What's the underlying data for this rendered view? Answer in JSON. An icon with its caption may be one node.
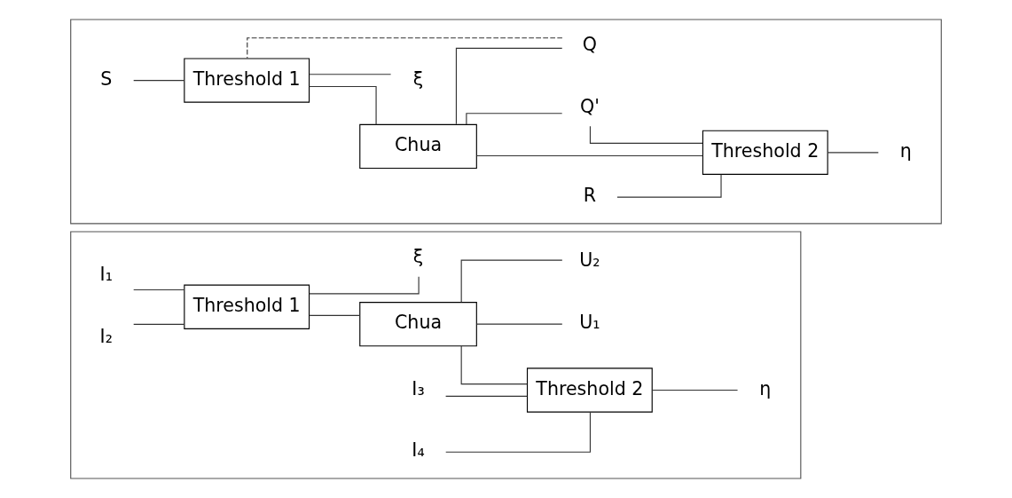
{
  "diagram": {
    "nodes": [
      {
        "text": [],
        "shape": "box"
      },
      {
        "text": [
          "Threshold 1"
        ],
        "in": 0
      },
      {
        "text": [
          "Chua"
        ],
        "in": 0
      },
      {
        "text": [
          "Threshold 2"
        ],
        "in": 0
      },
      {
        "text": [
          "I₁"
        ],
        "in": 0
      },
      {
        "text": [
          "I₂"
        ],
        "in": 0
      },
      {
        "text": [
          "ξ"
        ],
        "in": 0
      },
      {
        "text": [
          "U₁"
        ],
        "in": 0
      },
      {
        "text": [
          "U₂"
        ],
        "in": 0
      },
      {
        "text": [
          "I₃"
        ],
        "in": 0
      },
      {
        "text": [
          "I₄"
        ],
        "in": 0
      },
      {
        "text": [
          "η"
        ],
        "in": 0
      },
      {
        "text": [],
        "shape": "box"
      },
      {
        "text": [
          "Threshold 1"
        ],
        "in": 12
      },
      {
        "text": [
          "Chua"
        ],
        "in": 12
      },
      {
        "text": [
          "Threshold 2"
        ],
        "in": 12
      },
      {
        "text": [
          "S"
        ],
        "in": 12
      },
      {
        "text": [
          "ξ"
        ],
        "in": 12
      },
      {
        "text": [
          "Q'"
        ],
        "in": 12
      },
      {
        "text": [
          "Q"
        ],
        "in": 12
      },
      {
        "text": [
          "R"
        ],
        "in": 12
      },
      {
        "text": [
          "η"
        ],
        "in": 12
      }
    ],
    "edges": [
      {
        "from": 4,
        "to": 1,
        "arrow": "none"
      },
      {
        "from": 5,
        "to": 1,
        "arrow": "none"
      },
      {
        "from": 1,
        "to": 6,
        "arrow": "none"
      },
      {
        "from": 1,
        "to": 2,
        "arrow": "none"
      },
      {
        "from": 2,
        "to": 7,
        "arrow": "none"
      },
      {
        "from": 2,
        "to": 8,
        "arrow": "none"
      },
      {
        "from": 2,
        "to": 3,
        "arrow": "none"
      },
      {
        "from": 9,
        "to": 3,
        "arrow": "none"
      },
      {
        "from": 10,
        "to": 3,
        "arrow": "none"
      },
      {
        "from": 3,
        "to": 11,
        "arrow": "none"
      },
      {
        "from": 16,
        "to": 13,
        "arrow": "none"
      },
      {
        "from": 13,
        "to": 17,
        "arrow": "none"
      },
      {
        "from": 13,
        "to": 14,
        "arrow": "none"
      },
      {
        "from": 14,
        "to": 18,
        "arrow": "none"
      },
      {
        "from": 14,
        "to": 19,
        "arrow": "none"
      },
      {
        "from": 19,
        "to": 13,
        "arrow": "none",
        "style": "dashed"
      },
      {
        "from": 14,
        "to": 15,
        "arrow": "none"
      },
      {
        "from": 20,
        "to": 15,
        "arrow": "none"
      },
      {
        "from": 15,
        "to": 21,
        "arrow": "none"
      },
      {
        "from": 18,
        "to": 15,
        "arrow": "none"
      }
    ]
  }
}
